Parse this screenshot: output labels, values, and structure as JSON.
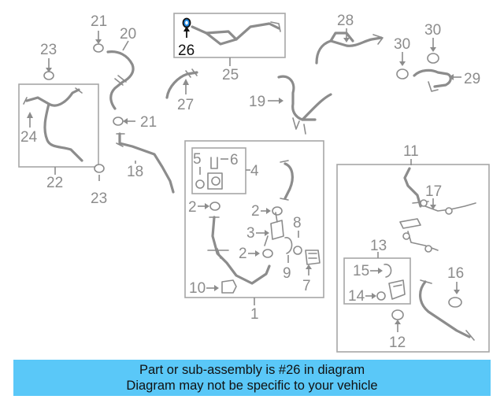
{
  "labels": {
    "1": "1",
    "2": "2",
    "3": "3",
    "4": "4",
    "5": "5",
    "6": "6",
    "7": "7",
    "8": "8",
    "9": "9",
    "10": "10",
    "11": "11",
    "12": "12",
    "13": "13",
    "14": "14",
    "15": "15",
    "16": "16",
    "17": "17",
    "18": "18",
    "19": "19",
    "20": "20",
    "21": "21",
    "22": "22",
    "23": "23",
    "24": "24",
    "25": "25",
    "26": "26",
    "27": "27",
    "28": "28",
    "29": "29",
    "30": "30"
  },
  "highlighted_part": "26",
  "colors": {
    "highlight_fill": "#1e88e5",
    "banner_background": "#5ac8f8",
    "line_gray": "#8c8c8c"
  },
  "banner": {
    "line1": "Part or sub-assembly is #26 in diagram",
    "line2": "Diagram may not be specific to your vehicle"
  }
}
